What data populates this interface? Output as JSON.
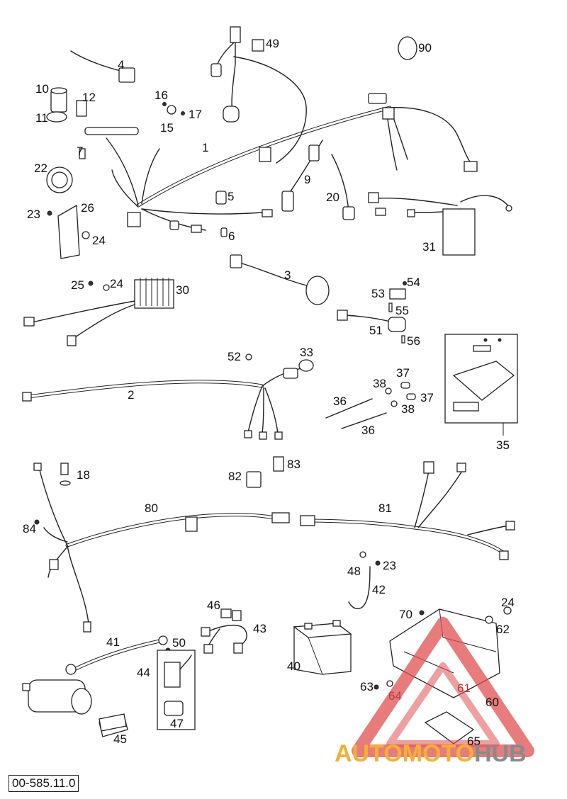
{
  "document": {
    "reference_code": "00-585.11.0"
  },
  "watermark": {
    "part_a": "AUTOMOTO",
    "part_b": "HUB",
    "color_a": "#f2b035",
    "color_b": "#8a8a8a",
    "triangle_color": "#e05050"
  },
  "callouts": {
    "c1": "1",
    "c2": "2",
    "c3": "3",
    "c4": "4",
    "c5": "5",
    "c6": "6",
    "c7": "7",
    "c9": "9",
    "c10": "10",
    "c11": "11",
    "c12": "12",
    "c15": "15",
    "c16": "16",
    "c17": "17",
    "c18": "18",
    "c20": "20",
    "c22": "22",
    "c23a": "23",
    "c23b": "23",
    "c24a": "24",
    "c24b": "24",
    "c24c": "24",
    "c25": "25",
    "c26": "26",
    "c30": "30",
    "c31": "31",
    "c33": "33",
    "c35": "35",
    "c36a": "36",
    "c36b": "36",
    "c37a": "37",
    "c37b": "37",
    "c38a": "38",
    "c38b": "38",
    "c40": "40",
    "c41": "41",
    "c42": "42",
    "c43": "43",
    "c44": "44",
    "c45": "45",
    "c46": "46",
    "c47": "47",
    "c48": "48",
    "c49": "49",
    "c50": "50",
    "c51": "51",
    "c52": "52",
    "c53": "53",
    "c54": "54",
    "c55": "55",
    "c56": "56",
    "c60": "60",
    "c61": "61",
    "c62": "62",
    "c63": "63",
    "c64": "64",
    "c65": "65",
    "c70": "70",
    "c80": "80",
    "c81": "81",
    "c82": "82",
    "c83": "83",
    "c84": "84",
    "c90": "90"
  }
}
